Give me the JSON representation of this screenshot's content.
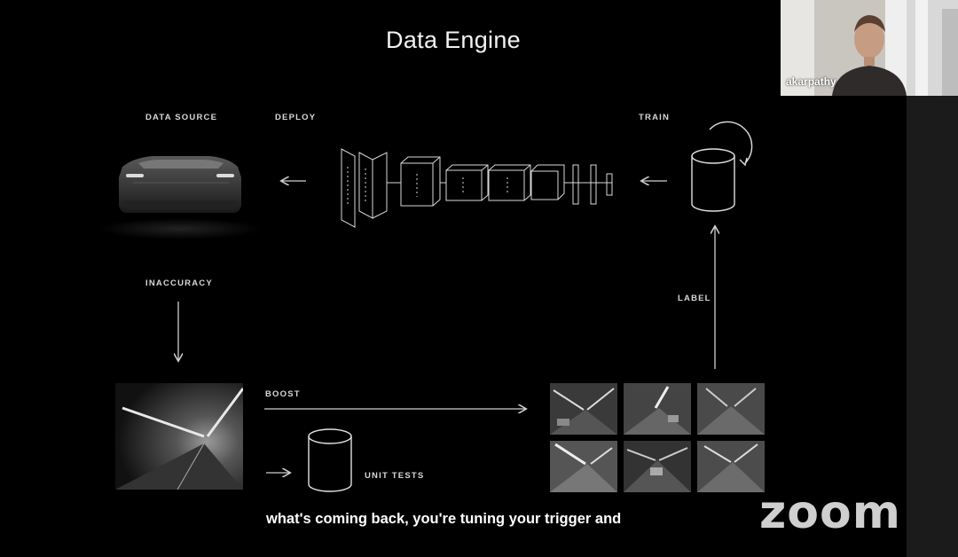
{
  "slide": {
    "title": "Data Engine",
    "labels": {
      "data_source": "DATA SOURCE",
      "deploy": "DEPLOY",
      "train": "TRAIN",
      "inaccuracy": "INACCURACY",
      "label": "LABEL",
      "boost": "BOOST",
      "unit_tests": "UNIT TESTS"
    }
  },
  "caption": "what's coming back, you're tuning your trigger and",
  "zoom_logo": "zoom",
  "video": {
    "participant_name": "akarpathy"
  },
  "icons": [
    "car-image",
    "neural-net-diagram",
    "database-icon",
    "loop-arrow-icon",
    "tunnel-image",
    "tunnel-thumbnail-grid"
  ]
}
